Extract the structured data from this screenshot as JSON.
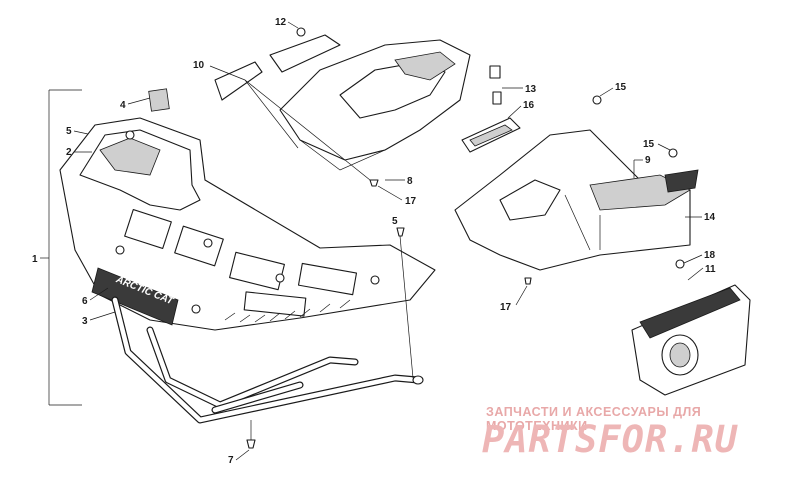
{
  "diagram": {
    "callouts": [
      {
        "id": "1",
        "label": "1"
      },
      {
        "id": "2",
        "label": "2"
      },
      {
        "id": "3",
        "label": "3"
      },
      {
        "id": "4",
        "label": "4"
      },
      {
        "id": "5a",
        "label": "5"
      },
      {
        "id": "5b",
        "label": "5"
      },
      {
        "id": "6",
        "label": "6"
      },
      {
        "id": "7",
        "label": "7"
      },
      {
        "id": "8",
        "label": "8"
      },
      {
        "id": "9",
        "label": "9"
      },
      {
        "id": "10",
        "label": "10"
      },
      {
        "id": "11",
        "label": "11"
      },
      {
        "id": "12",
        "label": "12"
      },
      {
        "id": "13",
        "label": "13"
      },
      {
        "id": "14",
        "label": "14"
      },
      {
        "id": "15a",
        "label": "15"
      },
      {
        "id": "15b",
        "label": "15"
      },
      {
        "id": "16",
        "label": "16"
      },
      {
        "id": "17a",
        "label": "17"
      },
      {
        "id": "17b",
        "label": "17"
      },
      {
        "id": "18",
        "label": "18"
      }
    ],
    "decal_text": "ARCTIC CAT"
  },
  "watermark": {
    "caption": "ЗАПЧАСТИ И АКСЕССУАРЫ ДЛЯ МОТОТЕХНИКИ",
    "brand": "PARTSFOR.RU",
    "caption_color": "#e8a8a8",
    "brand_color": "#eeb6b6"
  }
}
